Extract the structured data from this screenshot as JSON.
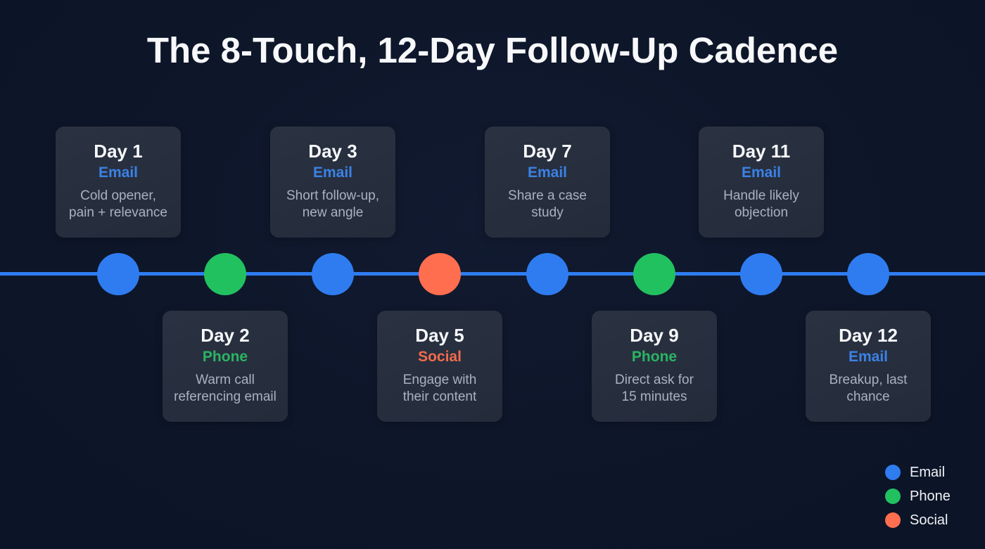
{
  "title": "The 8-Touch, 12-Day Follow-Up Cadence",
  "colors": {
    "background": "#0d1528",
    "card": "#262d3c",
    "timeline": "#2f7cf0",
    "email": "#2f7cf0",
    "phone": "#22c160",
    "social": "#ff6e4f",
    "email_text": "#3b82e6",
    "phone_text": "#2bb463",
    "social_text": "#f26b4c",
    "desc_text": "#aab1bf"
  },
  "touches": [
    {
      "day": "Day 1",
      "channel": "Email",
      "desc_line1": "Cold opener,",
      "desc_line2": "pain + relevance",
      "position": "top"
    },
    {
      "day": "Day 2",
      "channel": "Phone",
      "desc_line1": "Warm call",
      "desc_line2": "referencing email",
      "position": "bottom"
    },
    {
      "day": "Day 3",
      "channel": "Email",
      "desc_line1": "Short follow-up,",
      "desc_line2": "new angle",
      "position": "top"
    },
    {
      "day": "Day 5",
      "channel": "Social",
      "desc_line1": "Engage with",
      "desc_line2": "their content",
      "position": "bottom"
    },
    {
      "day": "Day 7",
      "channel": "Email",
      "desc_line1": "Share a case",
      "desc_line2": "study",
      "position": "top"
    },
    {
      "day": "Day 9",
      "channel": "Phone",
      "desc_line1": "Direct ask for",
      "desc_line2": "15 minutes",
      "position": "bottom"
    },
    {
      "day": "Day 11",
      "channel": "Email",
      "desc_line1": "Handle likely",
      "desc_line2": "objection",
      "position": "top"
    },
    {
      "day": "Day 12",
      "channel": "Email",
      "desc_line1": "Breakup, last",
      "desc_line2": "chance",
      "position": "bottom"
    }
  ],
  "legend": [
    {
      "label": "Email",
      "icon": "email-dot"
    },
    {
      "label": "Phone",
      "icon": "phone-dot"
    },
    {
      "label": "Social",
      "icon": "social-dot"
    }
  ]
}
